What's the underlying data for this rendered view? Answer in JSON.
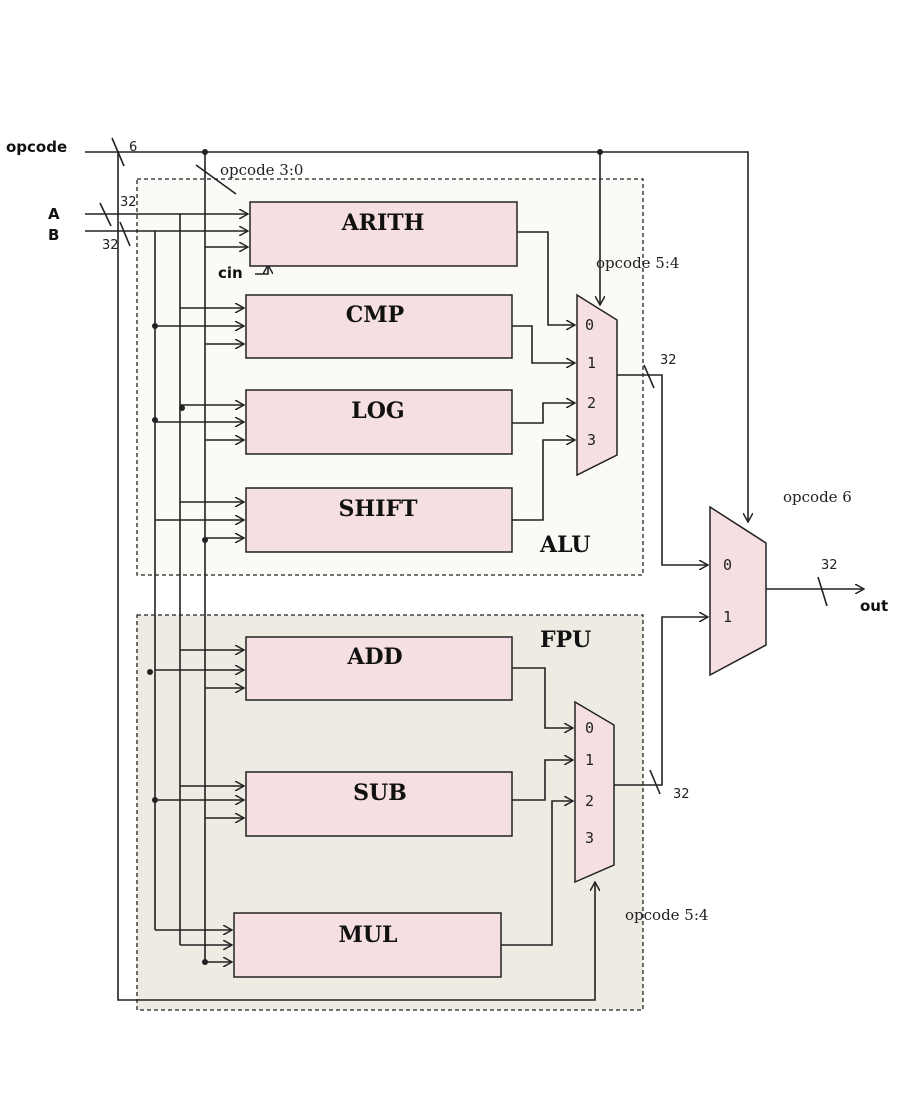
{
  "inputs": {
    "opcode": "opcode",
    "a": "A",
    "b": "B",
    "cin": "cin"
  },
  "widths": {
    "opcode": "6",
    "a": "32",
    "b": "32",
    "alu_out": "32",
    "fpu_out": "32",
    "out": "32"
  },
  "signals": {
    "opcode_3_0": "opcode 3:0",
    "opcode_5_4_alu": "opcode 5:4",
    "opcode_5_4_fpu": "opcode 5:4",
    "opcode_6": "opcode 6",
    "out": "out"
  },
  "groups": {
    "alu": "ALU",
    "fpu": "FPU"
  },
  "blocks": {
    "arith": "ARITH",
    "cmp": "CMP",
    "log": "LOG",
    "shift": "SHIFT",
    "add": "ADD",
    "sub": "SUB",
    "mul": "MUL"
  },
  "mux_pins": {
    "p0": "0",
    "p1": "1",
    "p2": "2",
    "p3": "3"
  },
  "colors": {
    "block_fill": "#f5dfe1",
    "alu_bg": "#fbfaf7",
    "fpu_bg": "#eeebe2"
  }
}
